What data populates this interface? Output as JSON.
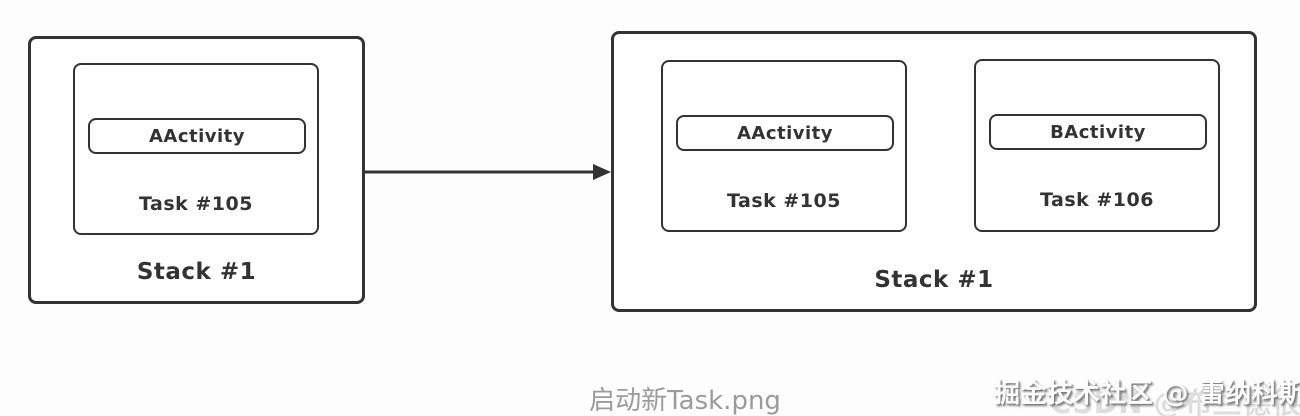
{
  "diagram": {
    "title_caption": "启动新Task.png",
    "before": {
      "stack_label": "Stack #1",
      "tasks": [
        {
          "task_label": "Task #105",
          "activities": [
            "AActivity"
          ]
        }
      ]
    },
    "after": {
      "stack_label": "Stack #1",
      "tasks": [
        {
          "task_label": "Task #105",
          "activities": [
            "AActivity"
          ]
        },
        {
          "task_label": "Task #106",
          "activities": [
            "BActivity"
          ]
        }
      ]
    },
    "arrow": {
      "direction": "right"
    },
    "watermark": {
      "primary": "掘金技术社区 @ 雷纳科斯",
      "secondary": "CSDN @布兰德很帅"
    },
    "colors": {
      "border": "#333333",
      "text": "#333333",
      "caption": "#9b9b9b",
      "background": "#fdfdfd",
      "watermark_shadow": "#696969"
    }
  }
}
